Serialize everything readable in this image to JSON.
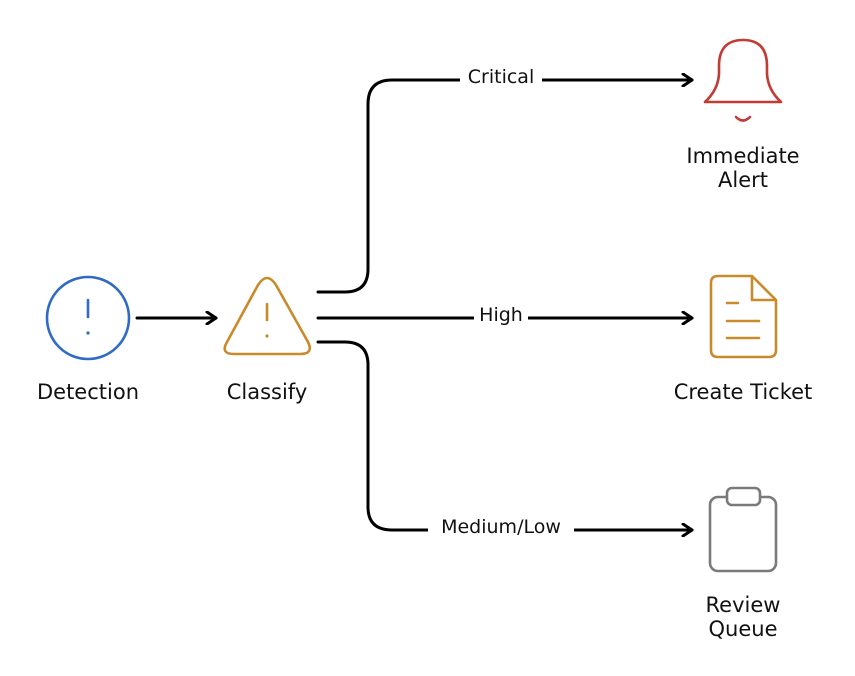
{
  "nodes": {
    "detection": {
      "label": "Detection",
      "icon": "exclamation-circle-icon",
      "color": "#2F6BC4"
    },
    "classify": {
      "label": "Classify",
      "icon": "warning-triangle-icon",
      "color": "#C98A2B"
    },
    "alert": {
      "label_lines": [
        "Immediate",
        "Alert"
      ],
      "icon": "bell-icon",
      "color": "#C23B35"
    },
    "ticket": {
      "label": "Create Ticket",
      "icon": "document-icon",
      "color": "#C98A2B"
    },
    "queue": {
      "label_lines": [
        "Review",
        "Queue"
      ],
      "icon": "clipboard-icon",
      "color": "#7A7A7A"
    }
  },
  "edges": {
    "critical": {
      "label": "Critical"
    },
    "high": {
      "label": "High"
    },
    "medium_low": {
      "label": "Medium/Low"
    }
  },
  "colors": {
    "line": "#000000",
    "text": "#111111"
  }
}
